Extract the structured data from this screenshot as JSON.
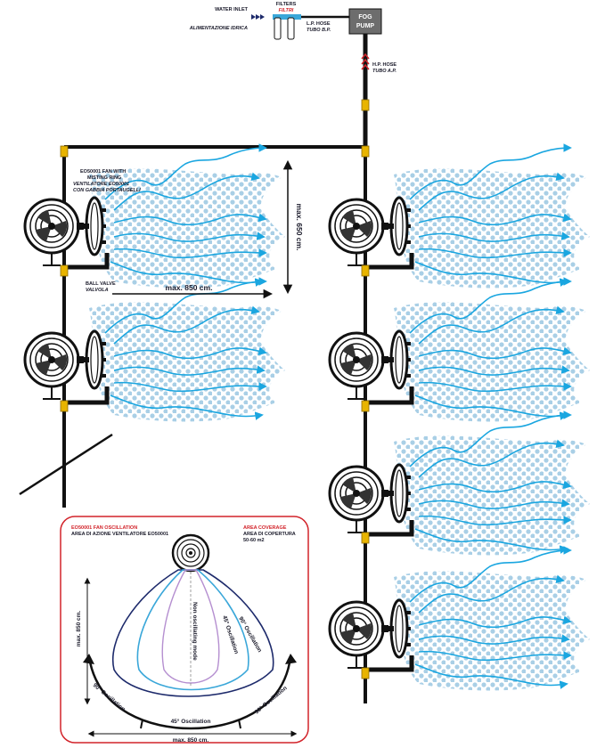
{
  "supply": {
    "water_inlet": "WATER INLET",
    "alimentazione": "ALIMENTAZIONE IDRICA",
    "filters": "FILTERS",
    "filtri": "FILTRI",
    "lp_hose": "L.P. HOSE",
    "tubo_bp": "TUBO B.P.",
    "pump_line1": "FOG",
    "pump_line2": "PUMP",
    "hp_hose": "H.P. HOSE",
    "tubo_ap": "TUBO A.P."
  },
  "fan_label": {
    "line1": "EO50001 FAN WITH",
    "line2": "MISTING RING",
    "line3": "VENTILATORE EO50001",
    "line4": "CON GABBIA PORTAUGELLI"
  },
  "ball_valve": {
    "line1": "BALL VALVE",
    "line2": "VALVOLA"
  },
  "dimensions": {
    "vertical": "max. 650 cm.",
    "horizontal": "max. 850 cm."
  },
  "oscillation": {
    "title_line1": "EO50001 FAN OSCILLATION",
    "title_line2": "AREA DI AZIONE VENTILATORE EO50001",
    "coverage_line1": "AREA COVERAGE",
    "coverage_line2": "AREA DI COPERTURA",
    "coverage_line3": "50-60 m2",
    "non_osc": "Non oscillating mode",
    "osc45_inner": "45° Oscillation",
    "osc90_inner": "90° Oscillation",
    "osc90_left": "90° Oscillation",
    "osc90_right": "90° Oscillation",
    "osc45_bottom": "45° Oscillation",
    "max_v": "max. 850 cm.",
    "max_h": "max. 850 cm."
  },
  "colors": {
    "mist": "#a9cfe6",
    "airflow": "#1aa6e0",
    "pipe": "#111111",
    "valve": "#e8b400",
    "panel_border": "#d2232a",
    "osc_non": "#b58fd0",
    "osc_45": "#3aa7d9",
    "osc_90": "#1d2a6b"
  },
  "icons": {
    "fan": "fan-icon",
    "valve": "ball-valve-icon",
    "filter": "filter-icon",
    "pump": "pump-icon"
  }
}
